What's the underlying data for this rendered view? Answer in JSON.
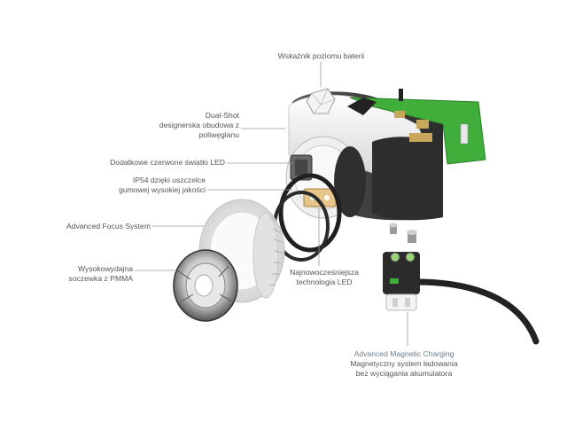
{
  "labels": {
    "battery_indicator": "Wskaźnik poziomu baterii",
    "housing": [
      "Dual-Shot",
      "designerska obudowa z",
      "poliwęglanu"
    ],
    "red_led": "Dodatkowe czerwone światło LED",
    "seal": [
      "IP54 dzięki uszczelce",
      "gumowej wysokiej jakości"
    ],
    "focus_system": "Advanced Focus System",
    "lens": [
      "Wysokowydajna",
      "soczewka z PMMA"
    ],
    "led_tech": [
      "Najnowocześniejsza",
      "technologia LED"
    ],
    "charging": [
      "Advanced Magnetic Charging",
      "Magnetyczny system ładowania",
      "bez wyciągania akumulatora"
    ]
  },
  "colors": {
    "pcb_green": "#3fae3a",
    "housing_white": "#f2f2f2",
    "housing_dark": "#3a3a3a",
    "leader_line": "#9a9a9a",
    "text": "#555555"
  }
}
